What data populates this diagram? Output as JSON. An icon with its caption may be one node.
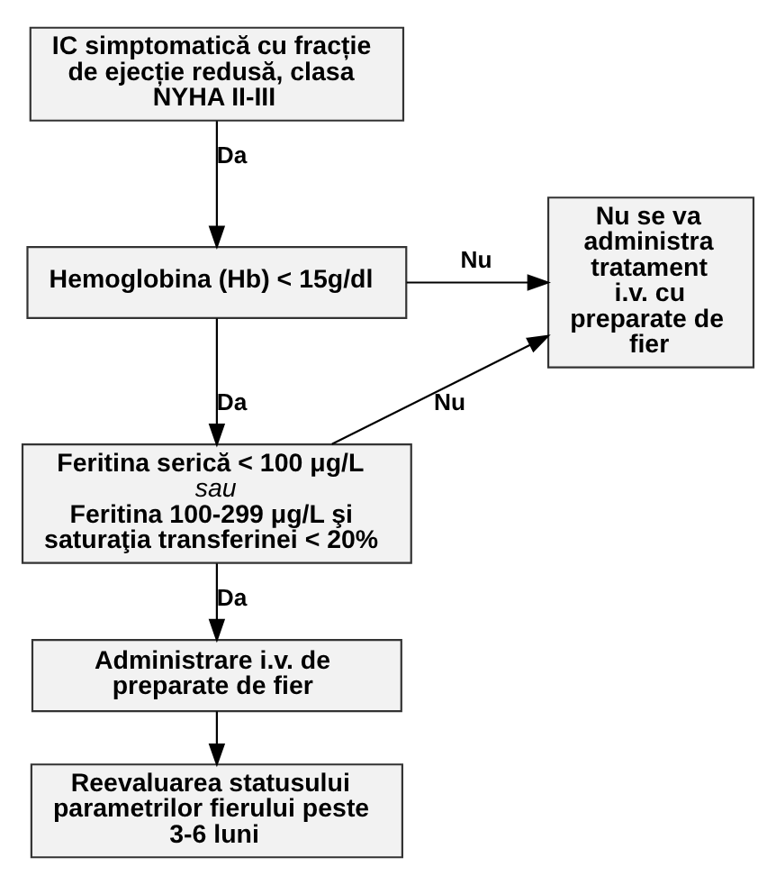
{
  "diagram": {
    "nodes": [
      {
        "text": [
          "IC simptomatică cu fracție de ejecție redusă, clasa NYHA II-III"
        ]
      },
      {
        "text": [
          "Hemoglobina (Hb) < 15g/dl"
        ]
      },
      {
        "text": [
          "Feritina serică < 100 μg/L",
          "sau",
          "Feritina 100-299 μg/L şi saturaţia transferinei < 20%"
        ]
      },
      {
        "text": [
          "Nu se va administra tratament i.v. cu preparate de fier"
        ]
      },
      {
        "text": [
          "Administrare i.v. de preparate de fier"
        ]
      },
      {
        "text": [
          "Reevaluarea statusului parametrilor fierului peste 3-6 luni"
        ]
      }
    ],
    "edges": [
      {
        "from": 0,
        "to": 1,
        "arrow": "to",
        "label": "Da"
      },
      {
        "from": 1,
        "to": 3,
        "arrow": "to",
        "label": "Nu"
      },
      {
        "from": 1,
        "to": 2,
        "arrow": "to",
        "label": "Da"
      },
      {
        "from": 2,
        "to": 3,
        "arrow": "to",
        "label": "Nu"
      },
      {
        "from": 2,
        "to": 4,
        "arrow": "to",
        "label": "Da"
      },
      {
        "from": 4,
        "to": 5,
        "arrow": "to"
      }
    ]
  }
}
